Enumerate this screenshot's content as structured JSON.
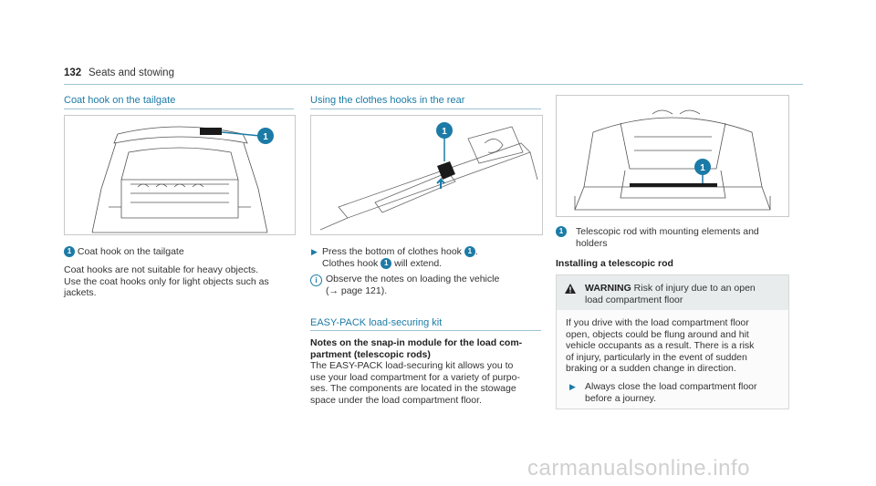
{
  "header": {
    "page_number": "132",
    "section": "Seats and stowing"
  },
  "col1": {
    "title": "Coat hook on the tailgate",
    "callout_num": "1",
    "caption": "Coat hook on the tailgate",
    "body": [
      "Coat hooks are not suitable for heavy objects.",
      "Use the coat hooks only for light objects such as",
      "jackets."
    ]
  },
  "col2": {
    "title": "Using the clothes hooks in the rear",
    "step1_line1": "Press the bottom of clothes hook",
    "step1_end": ".",
    "step1_line2_a": "Clothes hook",
    "step1_line2_b": "will extend.",
    "note_line1": "Observe the notes on loading the vehicle",
    "note_line2": "(→ page 121).",
    "title2": "EASY-PACK load-securing kit",
    "subhead_line1": "Notes on the snap-in module for the load com-",
    "subhead_line2": "partment (telescopic rods)",
    "body": [
      "The EASY-PACK load-securing kit allows you to",
      "use your load compartment for a variety of purpo-",
      "ses. The components are located in the stowage",
      "space under the load compartment floor."
    ]
  },
  "col3": {
    "caption_line1": "Telescopic rod with mounting elements and",
    "caption_line2": "holders",
    "heading": "Installing a telescopic rod",
    "warning": {
      "label": "WARNING",
      "line1": "Risk of injury due to an open",
      "line2": "load compartment floor",
      "body": [
        "If you drive with the load compartment floor",
        "open, objects could be flung around and hit",
        "vehicle occupants as a result. There is a risk",
        "of injury, particularly in the event of sudden",
        "braking or a sudden change in direction."
      ],
      "action_line1": "Always close the load compartment floor",
      "action_line2": "before a journey."
    }
  },
  "watermark": "carmanualsonline.info",
  "colors": {
    "accent": "#1c7ba6",
    "rule": "#9fc3d3"
  }
}
